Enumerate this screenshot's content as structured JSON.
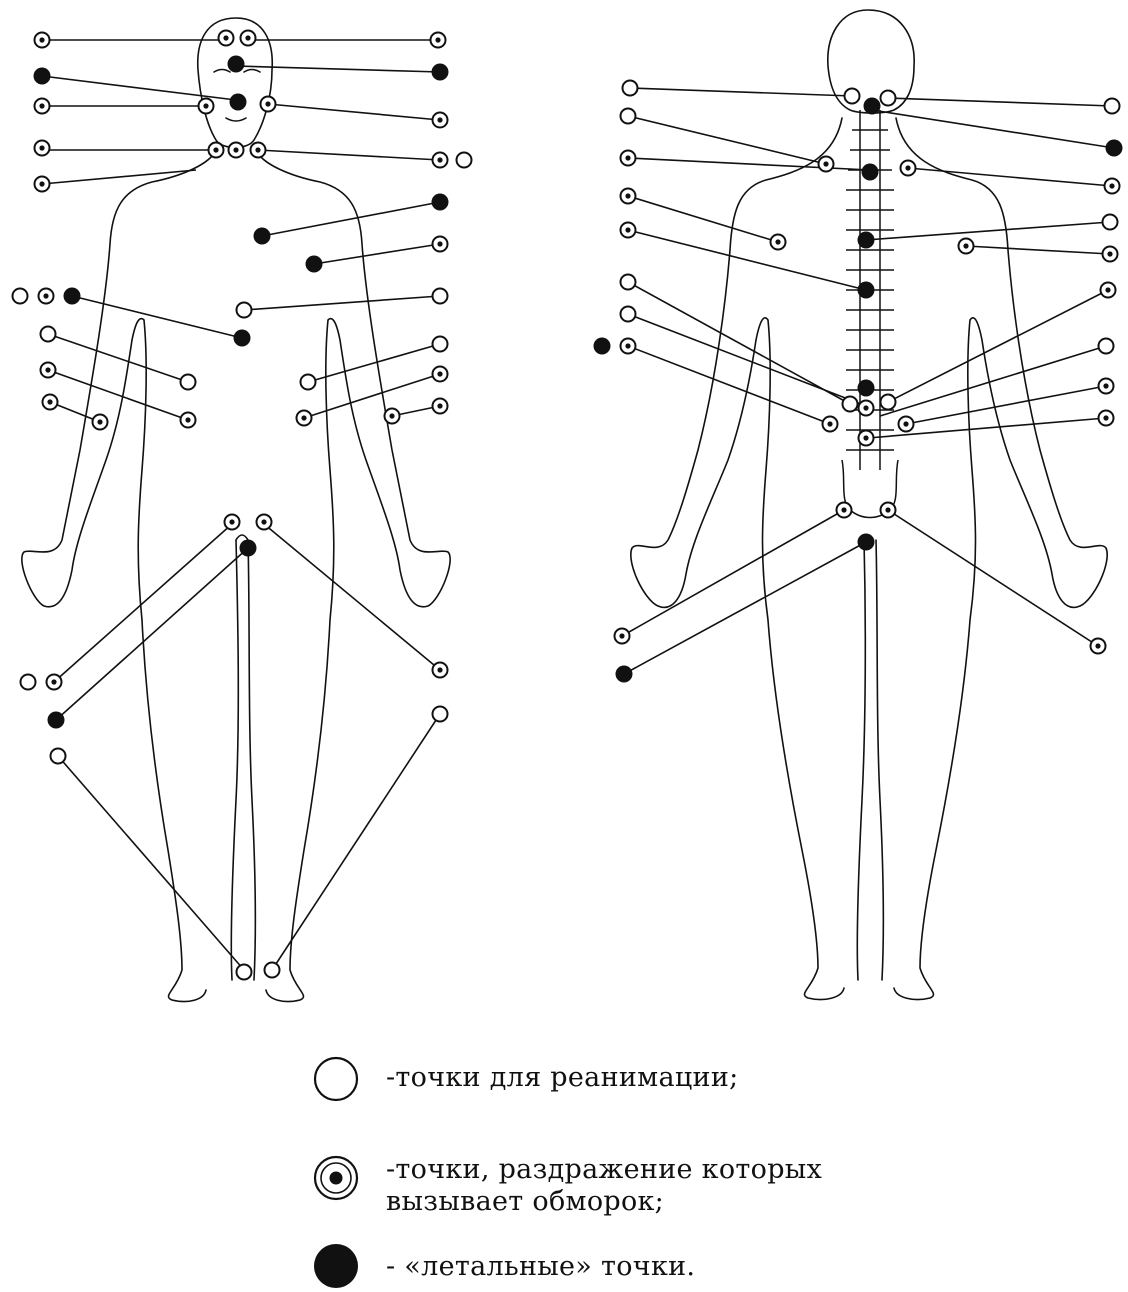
{
  "legend": [
    {
      "kind": "open",
      "text": "-точки для  реанимации;"
    },
    {
      "kind": "dot",
      "text": "-точки, раздражение которых",
      "text2": "вызывает  обморок;"
    },
    {
      "kind": "filled",
      "text": "- «летальные» точки."
    }
  ]
}
